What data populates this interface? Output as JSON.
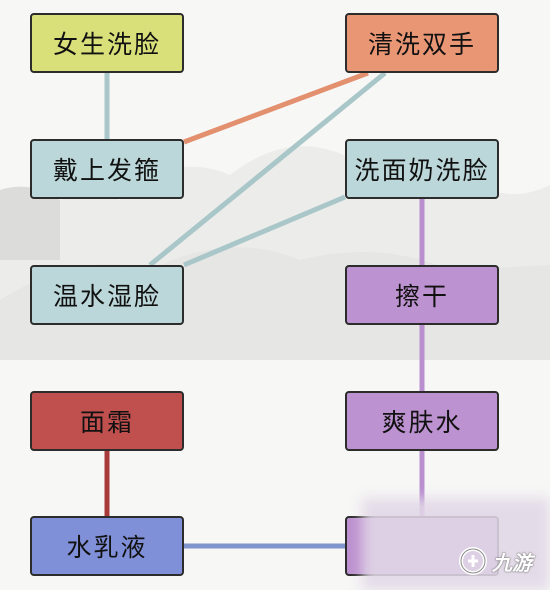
{
  "colors": {
    "connector_teal": "#a9c6c8",
    "connector_orange": "#e3906f",
    "connector_purple": "#b98fd0",
    "connector_red": "#a83a3a",
    "connector_blue": "#7f95cc"
  },
  "boxes": {
    "girl_wash_face": "女生洗脸",
    "wash_hands": "清洗双手",
    "wear_headband": "戴上发箍",
    "cleanser_wash": "洗面奶洗脸",
    "warm_water": "温水湿脸",
    "pat_dry": "擦干",
    "face_cream": "面霜",
    "toner": "爽肤水",
    "lotion": "水乳液",
    "last_step": ""
  },
  "watermark": {
    "brand_text": "九游",
    "icon": "nine-game-logo-icon"
  }
}
